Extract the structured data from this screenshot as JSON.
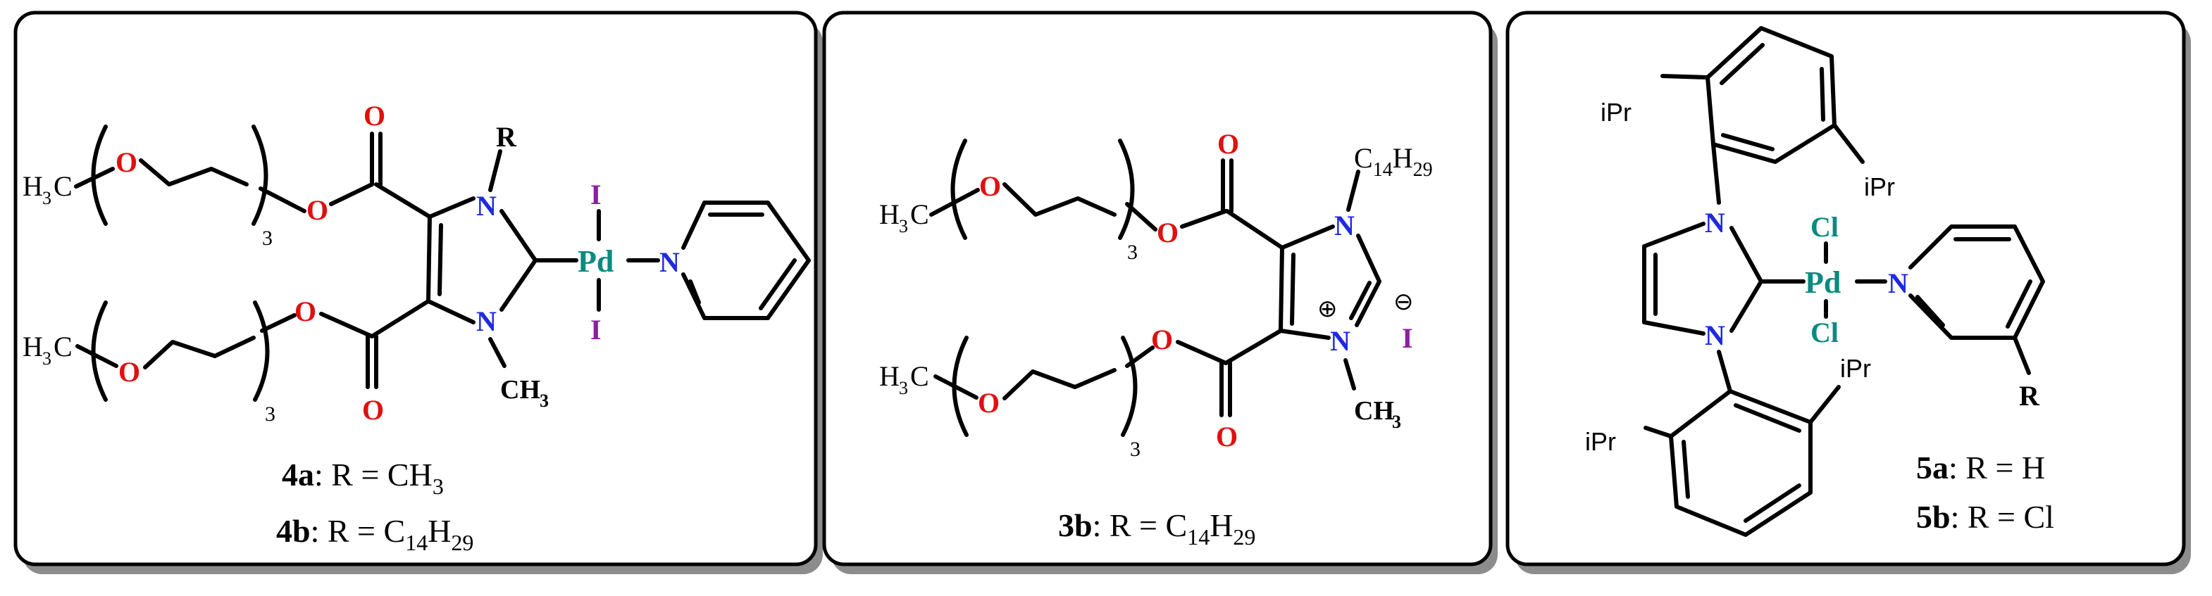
{
  "panels": [
    {
      "id": "left",
      "labels": [
        {
          "compound": "4a",
          "text": ": R = CH",
          "sub": "3",
          "tail": ""
        },
        {
          "compound": "4b",
          "text": ": R = C",
          "sub": "14",
          "mid": "H",
          "sub2": "29"
        }
      ],
      "atoms": {
        "h3c_top": "H",
        "h3c_top_sub": "3",
        "h3c_top_c": "C",
        "h3c_bot": "H",
        "h3c_bot_sub": "3",
        "h3c_bot_c": "C",
        "repeat_top": "3",
        "repeat_bot": "3",
        "o": "O",
        "n": "N",
        "r": "R",
        "pd": "Pd",
        "i": "I",
        "ch3": "CH",
        "ch3_sub": "3"
      }
    },
    {
      "id": "middle",
      "labels": [
        {
          "compound": "3b",
          "text": ": R = C",
          "sub": "14",
          "mid": "H",
          "sub2": "29"
        }
      ],
      "atoms": {
        "c14": "C",
        "c14_sub": "14",
        "h29": "H",
        "h29_sub": "29",
        "plus": "⊕",
        "minus": "⊖",
        "i": "I"
      }
    },
    {
      "id": "right",
      "labels": [
        {
          "compound": "5a",
          "text": ": R = H"
        },
        {
          "compound": "5b",
          "text": ": R = Cl"
        }
      ],
      "atoms": {
        "ipr": "iPr",
        "cl": "Cl",
        "pd": "Pd",
        "n": "N",
        "r": "R"
      }
    }
  ],
  "colors": {
    "nitrogen": "#1f2ae0",
    "oxygen": "#e01010",
    "iodine": "#8a1fa0",
    "metal": "#0a8a80",
    "chlorine": "#0a8a80"
  }
}
